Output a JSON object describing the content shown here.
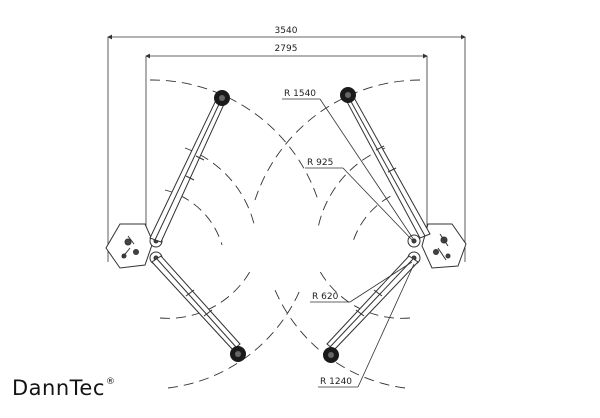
{
  "dimensions": {
    "overall_width": "3540",
    "inner_width": "2795"
  },
  "radii": {
    "r1540": "R 1540",
    "r925": "R 925",
    "r620": "R 620",
    "r1240": "R 1240"
  },
  "brand": {
    "name": "DannTec",
    "mark": "®"
  },
  "colors": {
    "line": "#4a4a4a",
    "ink": "#141414"
  }
}
